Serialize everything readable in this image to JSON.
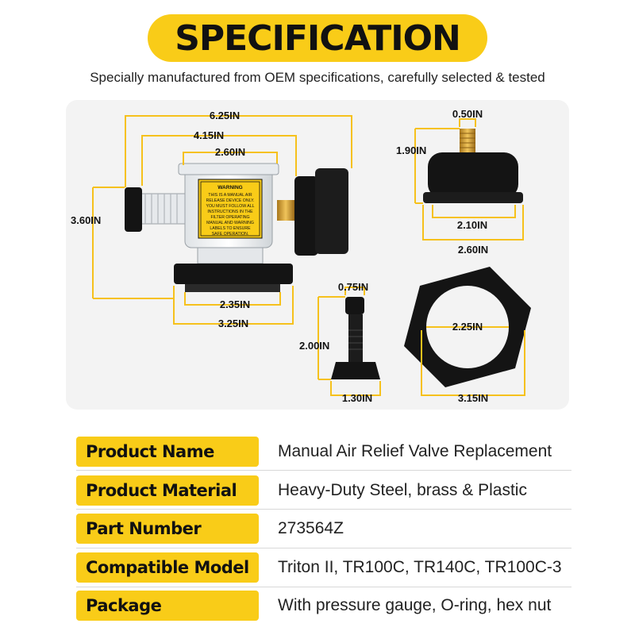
{
  "header": {
    "title": "SPECIFICATION",
    "subtitle": "Specially manufactured from OEM specifications, carefully selected & tested"
  },
  "diagram": {
    "valve": {
      "warning_title": "WARNING",
      "warning_lines": [
        "THIS IS A MANUAL AIR",
        "RELEASE DEVICE ONLY.",
        "YOU MUST FOLLOW ALL",
        "INSTRUCTIONS IN THE",
        "FILTER OPERATING",
        "MANUAL AND WARNING",
        "LABELS TO ENSURE",
        "SAFE OPERATION."
      ],
      "dims": {
        "total_width": "6.25IN",
        "mid_width": "4.15IN",
        "body_width": "2.60IN",
        "height": "3.60IN",
        "base_inner": "2.35IN",
        "base_outer": "3.25IN"
      }
    },
    "gauge": {
      "dims": {
        "stem_width": "0.50IN",
        "height": "1.90IN",
        "inner_diameter": "2.10IN",
        "outer_diameter": "2.60IN"
      }
    },
    "knob": {
      "dims": {
        "tip_width": "0.75IN",
        "height": "2.00IN",
        "base_width": "1.30IN"
      }
    },
    "hex_nut": {
      "dims": {
        "inner_diameter": "2.25IN",
        "outer_width": "3.15IN"
      }
    }
  },
  "specs": [
    {
      "label": "Product Name",
      "value": "Manual Air Relief Valve Replacement"
    },
    {
      "label": "Product Material",
      "value": "Heavy-Duty Steel,  brass & Plastic"
    },
    {
      "label": "Part Number",
      "value": "273564Z"
    },
    {
      "label": "Compatible Model",
      "value": "Triton II, TR100C, TR140C, TR100C-3"
    },
    {
      "label": "Package",
      "value": "With pressure gauge, O-ring, hex nut"
    }
  ],
  "colors": {
    "accent": "#f9cc18",
    "dimension_line": "#f6c11c",
    "part_black": "#141414",
    "brass": "#c99a2e"
  }
}
